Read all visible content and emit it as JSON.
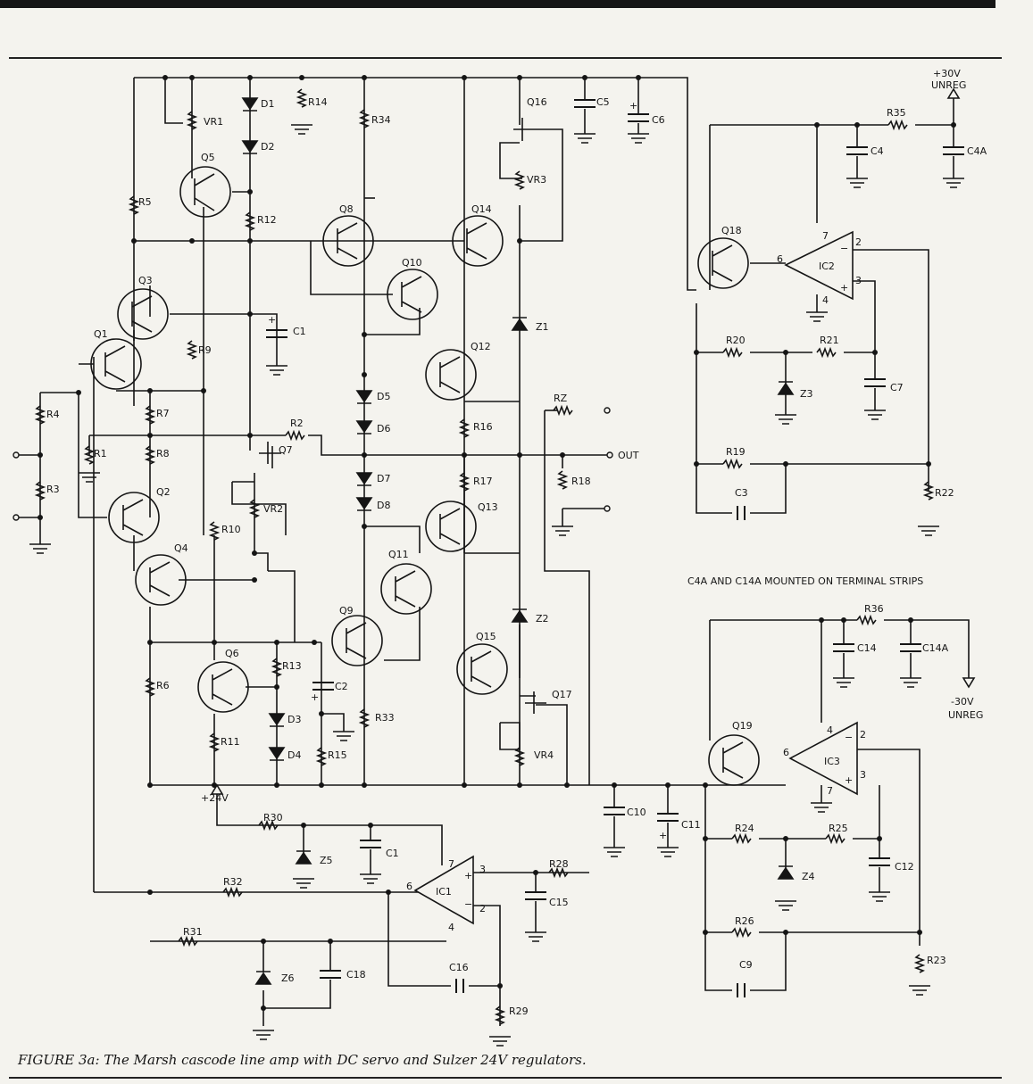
{
  "caption": "FIGURE 3a: The Marsh cascode line amp with DC servo and Sulzer 24V regulators.",
  "note": "C4A AND C14A MOUNTED ON TERMINAL STRIPS",
  "supplies": {
    "pos_v": "+30V",
    "pos_unreg": "UNREG",
    "neg_v": "-30V",
    "neg_unreg": "UNREG",
    "rail": "+24V"
  },
  "io": {
    "out": "OUT",
    "rz": "RZ"
  },
  "parts": {
    "Q1": "Q1",
    "Q2": "Q2",
    "Q3": "Q3",
    "Q4": "Q4",
    "Q5": "Q5",
    "Q6": "Q6",
    "Q7": "Q7",
    "Q8": "Q8",
    "Q9": "Q9",
    "Q10": "Q10",
    "Q11": "Q11",
    "Q12": "Q12",
    "Q13": "Q13",
    "Q14": "Q14",
    "Q15": "Q15",
    "Q16": "Q16",
    "Q17": "Q17",
    "Q18": "Q18",
    "Q19": "Q19",
    "R1": "R1",
    "R2": "R2",
    "R3": "R3",
    "R4": "R4",
    "R5": "R5",
    "R6": "R6",
    "R7": "R7",
    "R8": "R8",
    "R9": "R9",
    "R10": "R10",
    "R11": "R11",
    "R12": "R12",
    "R13": "R13",
    "R14": "R14",
    "R15": "R15",
    "R16": "R16",
    "R17": "R17",
    "R18": "R18",
    "R19": "R19",
    "R20": "R20",
    "R21": "R21",
    "R22": "R22",
    "R23": "R23",
    "R24": "R24",
    "R25": "R25",
    "R26": "R26",
    "R28": "R28",
    "R29": "R29",
    "R30": "R30",
    "R31": "R31",
    "R32": "R32",
    "R33": "R33",
    "R34": "R34",
    "R35": "R35",
    "R36": "R36",
    "C1": "C1",
    "C1b": "C1",
    "C2": "C2",
    "C3": "C3",
    "C4": "C4",
    "C4A": "C4A",
    "C5": "C5",
    "C6": "C6",
    "C7": "C7",
    "C9": "C9",
    "C10": "C10",
    "C11": "C11",
    "C12": "C12",
    "C14": "C14",
    "C14A": "C14A",
    "C15": "C15",
    "C16": "C16",
    "C18": "C18",
    "D1": "D1",
    "D2": "D2",
    "D3": "D3",
    "D4": "D4",
    "D5": "D5",
    "D6": "D6",
    "D7": "D7",
    "D8": "D8",
    "Z1": "Z1",
    "Z2": "Z2",
    "Z3": "Z3",
    "Z4": "Z4",
    "Z5": "Z5",
    "Z6": "Z6",
    "VR1": "VR1",
    "VR2": "VR2",
    "VR3": "VR3",
    "VR4": "VR4",
    "IC1": "IC1",
    "IC2": "IC2",
    "IC3": "IC3"
  },
  "pins": {
    "ic1": {
      "p7": "7",
      "p3": "3",
      "p6": "6",
      "p4": "4",
      "p2": "2",
      "plus": "+",
      "minus": "−"
    },
    "ic2": {
      "p7": "7",
      "p2": "2",
      "p6": "6",
      "p3": "3",
      "p4": "4",
      "plus": "+",
      "minus": "−"
    },
    "ic3": {
      "p4": "4",
      "p2": "2",
      "p6": "6",
      "p3": "3",
      "p7": "7",
      "plus": "+",
      "minus": "−"
    },
    "cap_plus": "+"
  }
}
